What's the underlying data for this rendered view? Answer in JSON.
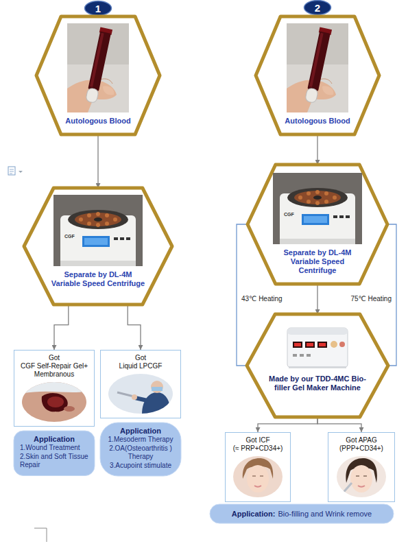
{
  "diagram": {
    "nodes": [
      {
        "text": [
          "1"
        ]
      },
      {
        "text": [
          "2"
        ]
      },
      {
        "text": [
          "Autologous Blood"
        ]
      },
      {
        "text": [
          "Separate by DL-4M Variable Speed Centrifuge"
        ]
      },
      {
        "text": [
          "Got",
          "CGF Self-Repair Gel+ Membranous"
        ]
      },
      {
        "text": [
          "Got",
          "Liquid LPCGF"
        ]
      },
      {
        "text": [
          "Application",
          "1.Wound Treatment",
          "2.Skin and Soft Tissue Repair"
        ]
      },
      {
        "text": [
          "Application",
          "1.Mesoderm Therapy",
          "2.OA(Osteoarthritis ) Therapy",
          "3.Acupoint stimulate"
        ]
      },
      {
        "text": [
          "Autologous Blood"
        ]
      },
      {
        "text": [
          "Separate by DL-4M Variable Speed Centrifuge"
        ]
      },
      {
        "text": [
          "Made by our TDD-4MC Bio-filler Gel Maker Machine"
        ]
      },
      {
        "text": [
          "Got ICF",
          "(≈ PRP+CD34+)"
        ]
      },
      {
        "text": [
          "Got APAG",
          "(PPP+CD34+)"
        ]
      },
      {
        "text": [
          "Application:",
          "Bio-filling and Wrink remove"
        ]
      }
    ],
    "edges": [
      {
        "from": 2,
        "to": 3,
        "arrow": "to"
      },
      {
        "from": 3,
        "to": 4,
        "arrow": "to"
      },
      {
        "from": 3,
        "to": 5,
        "arrow": "to"
      },
      {
        "from": 8,
        "to": 9,
        "arrow": "to"
      },
      {
        "from": 9,
        "to": 10,
        "arrow": "to"
      },
      {
        "from": 9,
        "to": 10,
        "label": "43℃ Heating",
        "arrow": "none"
      },
      {
        "from": 9,
        "to": 10,
        "label": "75℃ Heating",
        "arrow": "none"
      },
      {
        "from": 10,
        "to": 11,
        "arrow": "to"
      },
      {
        "from": 10,
        "to": 12,
        "arrow": "to"
      }
    ],
    "labels": [
      "CGF",
      "CGF"
    ]
  }
}
